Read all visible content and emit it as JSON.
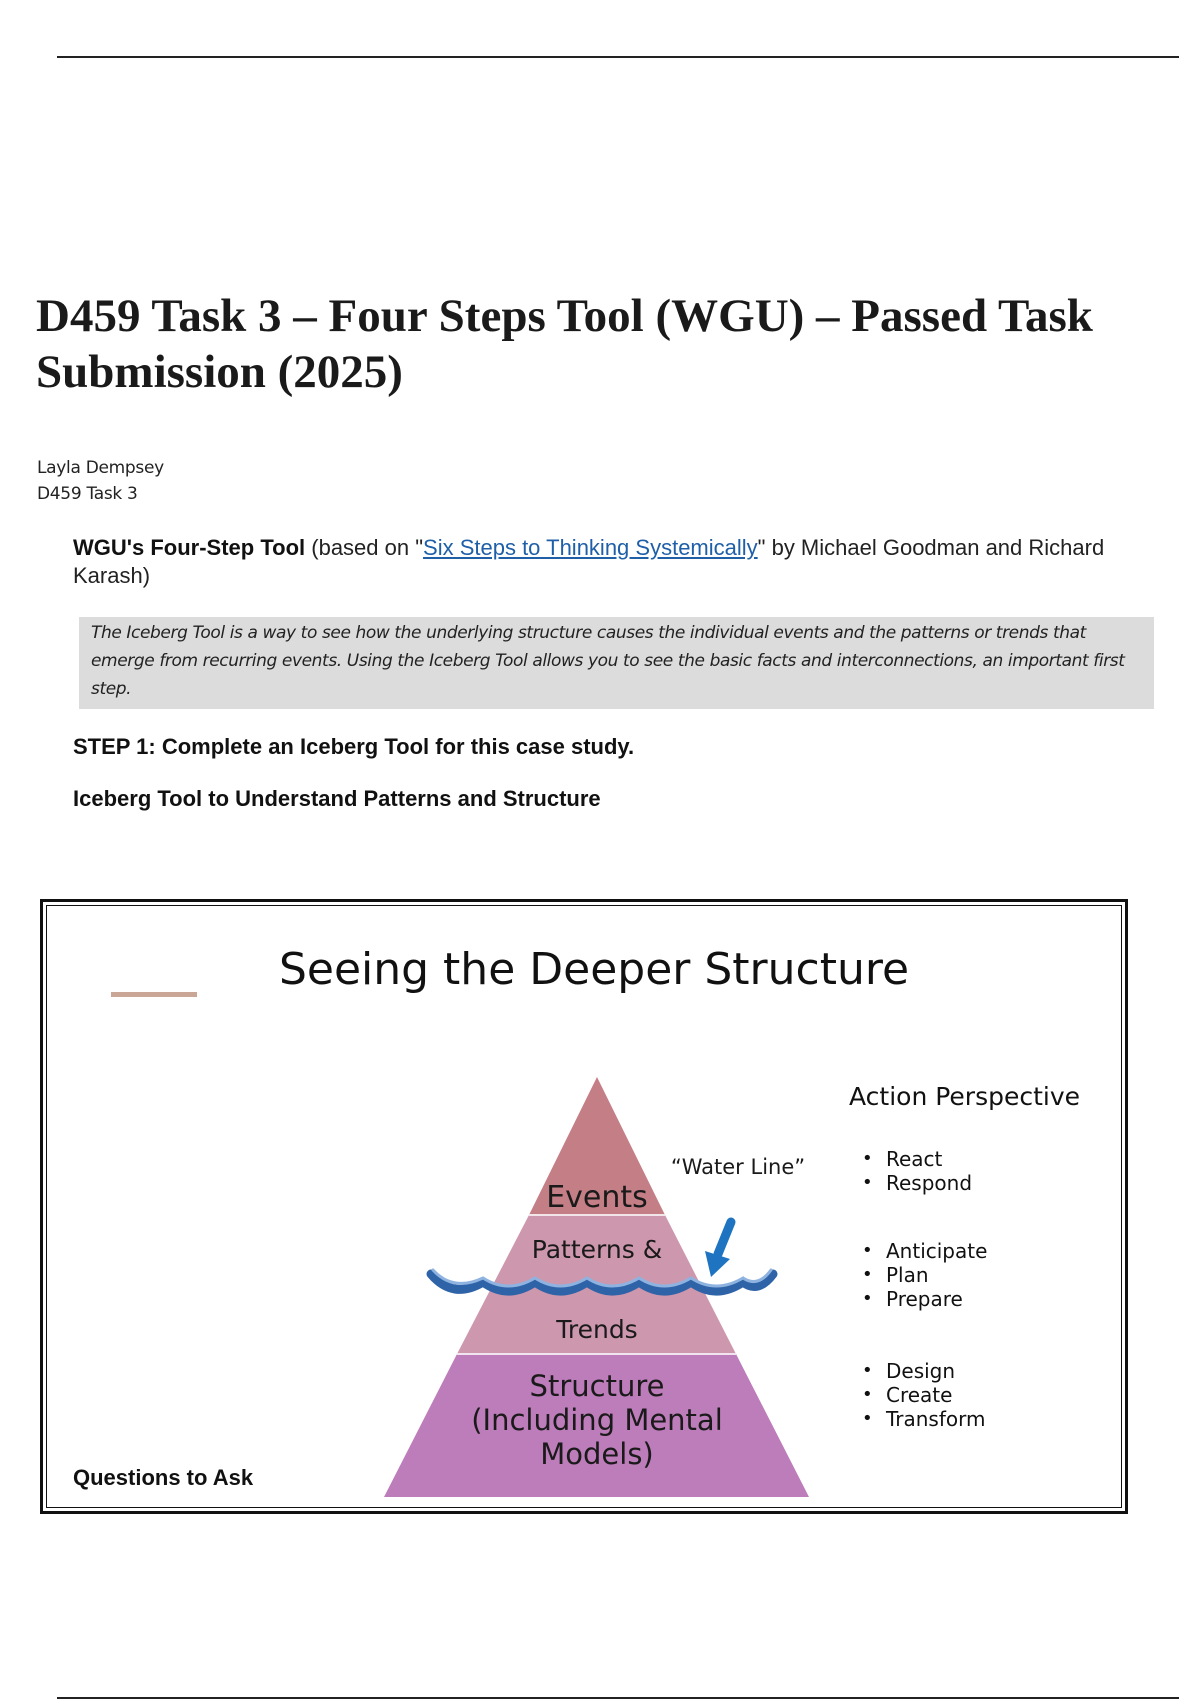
{
  "document": {
    "title": "D459 Task 3 – Four Steps Tool (WGU) – Passed Task Submission (2025)",
    "author": "Layla Dempsey",
    "task_label": "D459 Task 3",
    "intro": {
      "bold": "WGU's Four-Step Tool",
      "pre_link": " (based on \"",
      "link_text": "Six Steps to Thinking Systemically",
      "post_link": "\" by Michael Goodman and Richard Karash)"
    },
    "callout": "The Iceberg Tool is a way to see how the underlying structure causes the individual events and the patterns or trends that emerge from recurring events. Using the Iceberg Tool allows you to see the basic facts and interconnections, an important first step.",
    "step1": "STEP 1: Complete an Iceberg Tool for this case study.",
    "step1_sub": "Iceberg Tool to Understand Patterns and Structure"
  },
  "slide": {
    "title": "Seeing the Deeper Structure",
    "levels": {
      "events": "Events",
      "patterns": "Patterns &",
      "trends": "Trends",
      "structure_line1": "Structure",
      "structure_line2": "(Including Mental",
      "structure_line3": "Models)"
    },
    "water_line": "“Water Line”",
    "action_heading": "Action Perspective",
    "actions_events": [
      "React",
      "Respond"
    ],
    "actions_patterns": [
      "Anticipate",
      "Plan",
      "Prepare"
    ],
    "actions_structure": [
      "Design",
      "Create",
      "Transform"
    ],
    "questions_label": "Questions to Ask",
    "colors": {
      "events": "#c47e86",
      "patterns": "#cd97ad",
      "structure": "#bd7cba",
      "wave": "#2f63a8",
      "arrow": "#1e74c0"
    }
  }
}
